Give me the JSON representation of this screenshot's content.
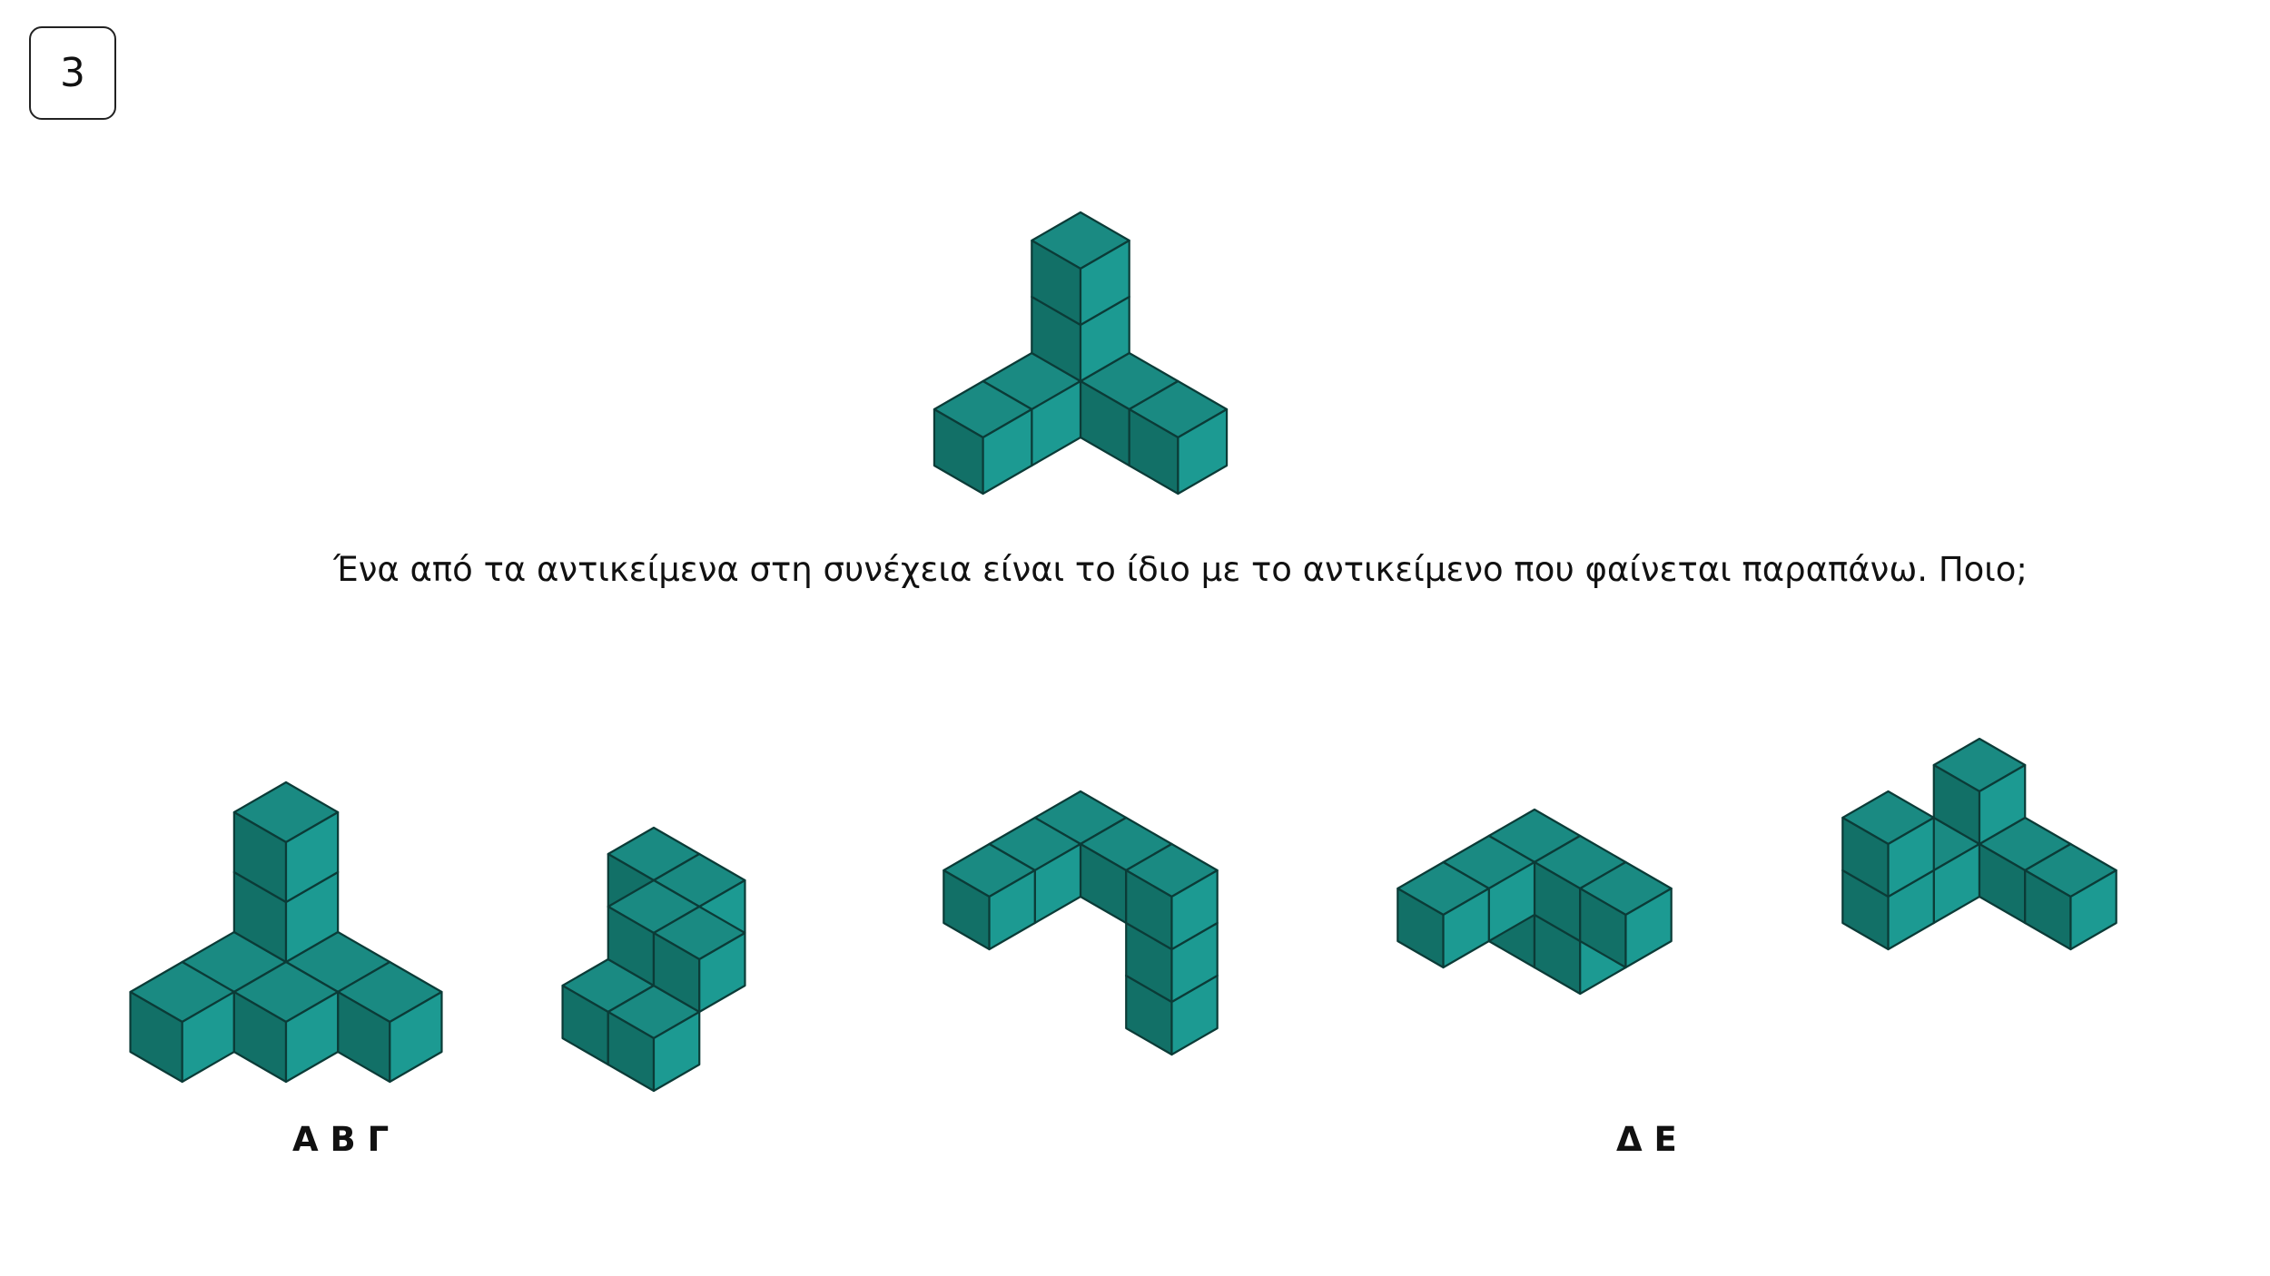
{
  "question_number": "3",
  "prompt": "Ένα από τα αντικείμενα στη συνέχεια είναι το ίδιο με το αντικείμενο που φαίνεται παραπάνω. Ποιο;",
  "answer_labels_left": "Α Β Γ",
  "answer_labels_right": "Δ Ε",
  "colors": {
    "top_face": "#1a8a82",
    "left_face": "#127067",
    "right_face": "#1c9a92",
    "edge": "#0b3b37"
  },
  "figures": [
    {
      "id": "reference",
      "shape": "three-arm-corner",
      "cubes": 7
    },
    {
      "id": "option-1",
      "shape": "t-with-tower",
      "cubes": 8
    },
    {
      "id": "option-2",
      "shape": "zigzag-s",
      "cubes": 7
    },
    {
      "id": "option-3",
      "shape": "hook",
      "cubes": 7
    },
    {
      "id": "option-4",
      "shape": "branching-l",
      "cubes": 7
    },
    {
      "id": "option-5",
      "shape": "z-staircase",
      "cubes": 7
    }
  ]
}
